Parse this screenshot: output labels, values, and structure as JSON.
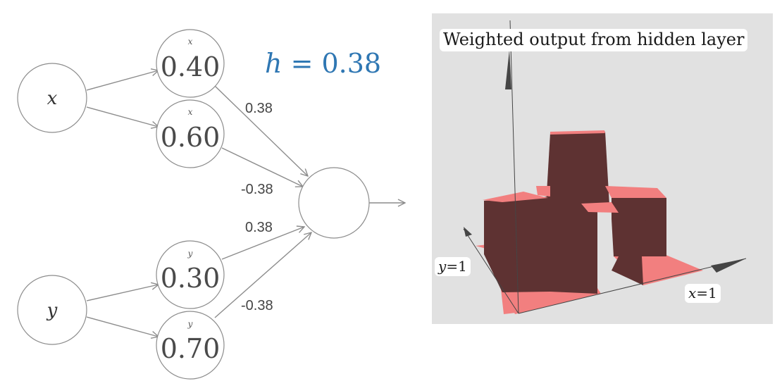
{
  "network": {
    "inputs": {
      "x_label": "x",
      "y_label": "y"
    },
    "hidden": [
      {
        "var": "x",
        "value": "0.40"
      },
      {
        "var": "x",
        "value": "0.60"
      },
      {
        "var": "y",
        "value": "0.30"
      },
      {
        "var": "y",
        "value": "0.70"
      }
    ],
    "weights": [
      "0.38",
      "-0.38",
      "0.38",
      "-0.38"
    ],
    "h_equation": {
      "variable": "h",
      "rest": " = 0.38"
    }
  },
  "plot": {
    "title": "Weighted output from hidden layer",
    "y_axis_label": {
      "var": "y",
      "rest": "=1"
    },
    "x_axis_label": {
      "var": "x",
      "rest": "=1"
    },
    "colors": {
      "background": "#e1e1e1",
      "surface_top": "#f27f7f",
      "surface_side": "#5e3232",
      "axis": "#454545"
    }
  }
}
